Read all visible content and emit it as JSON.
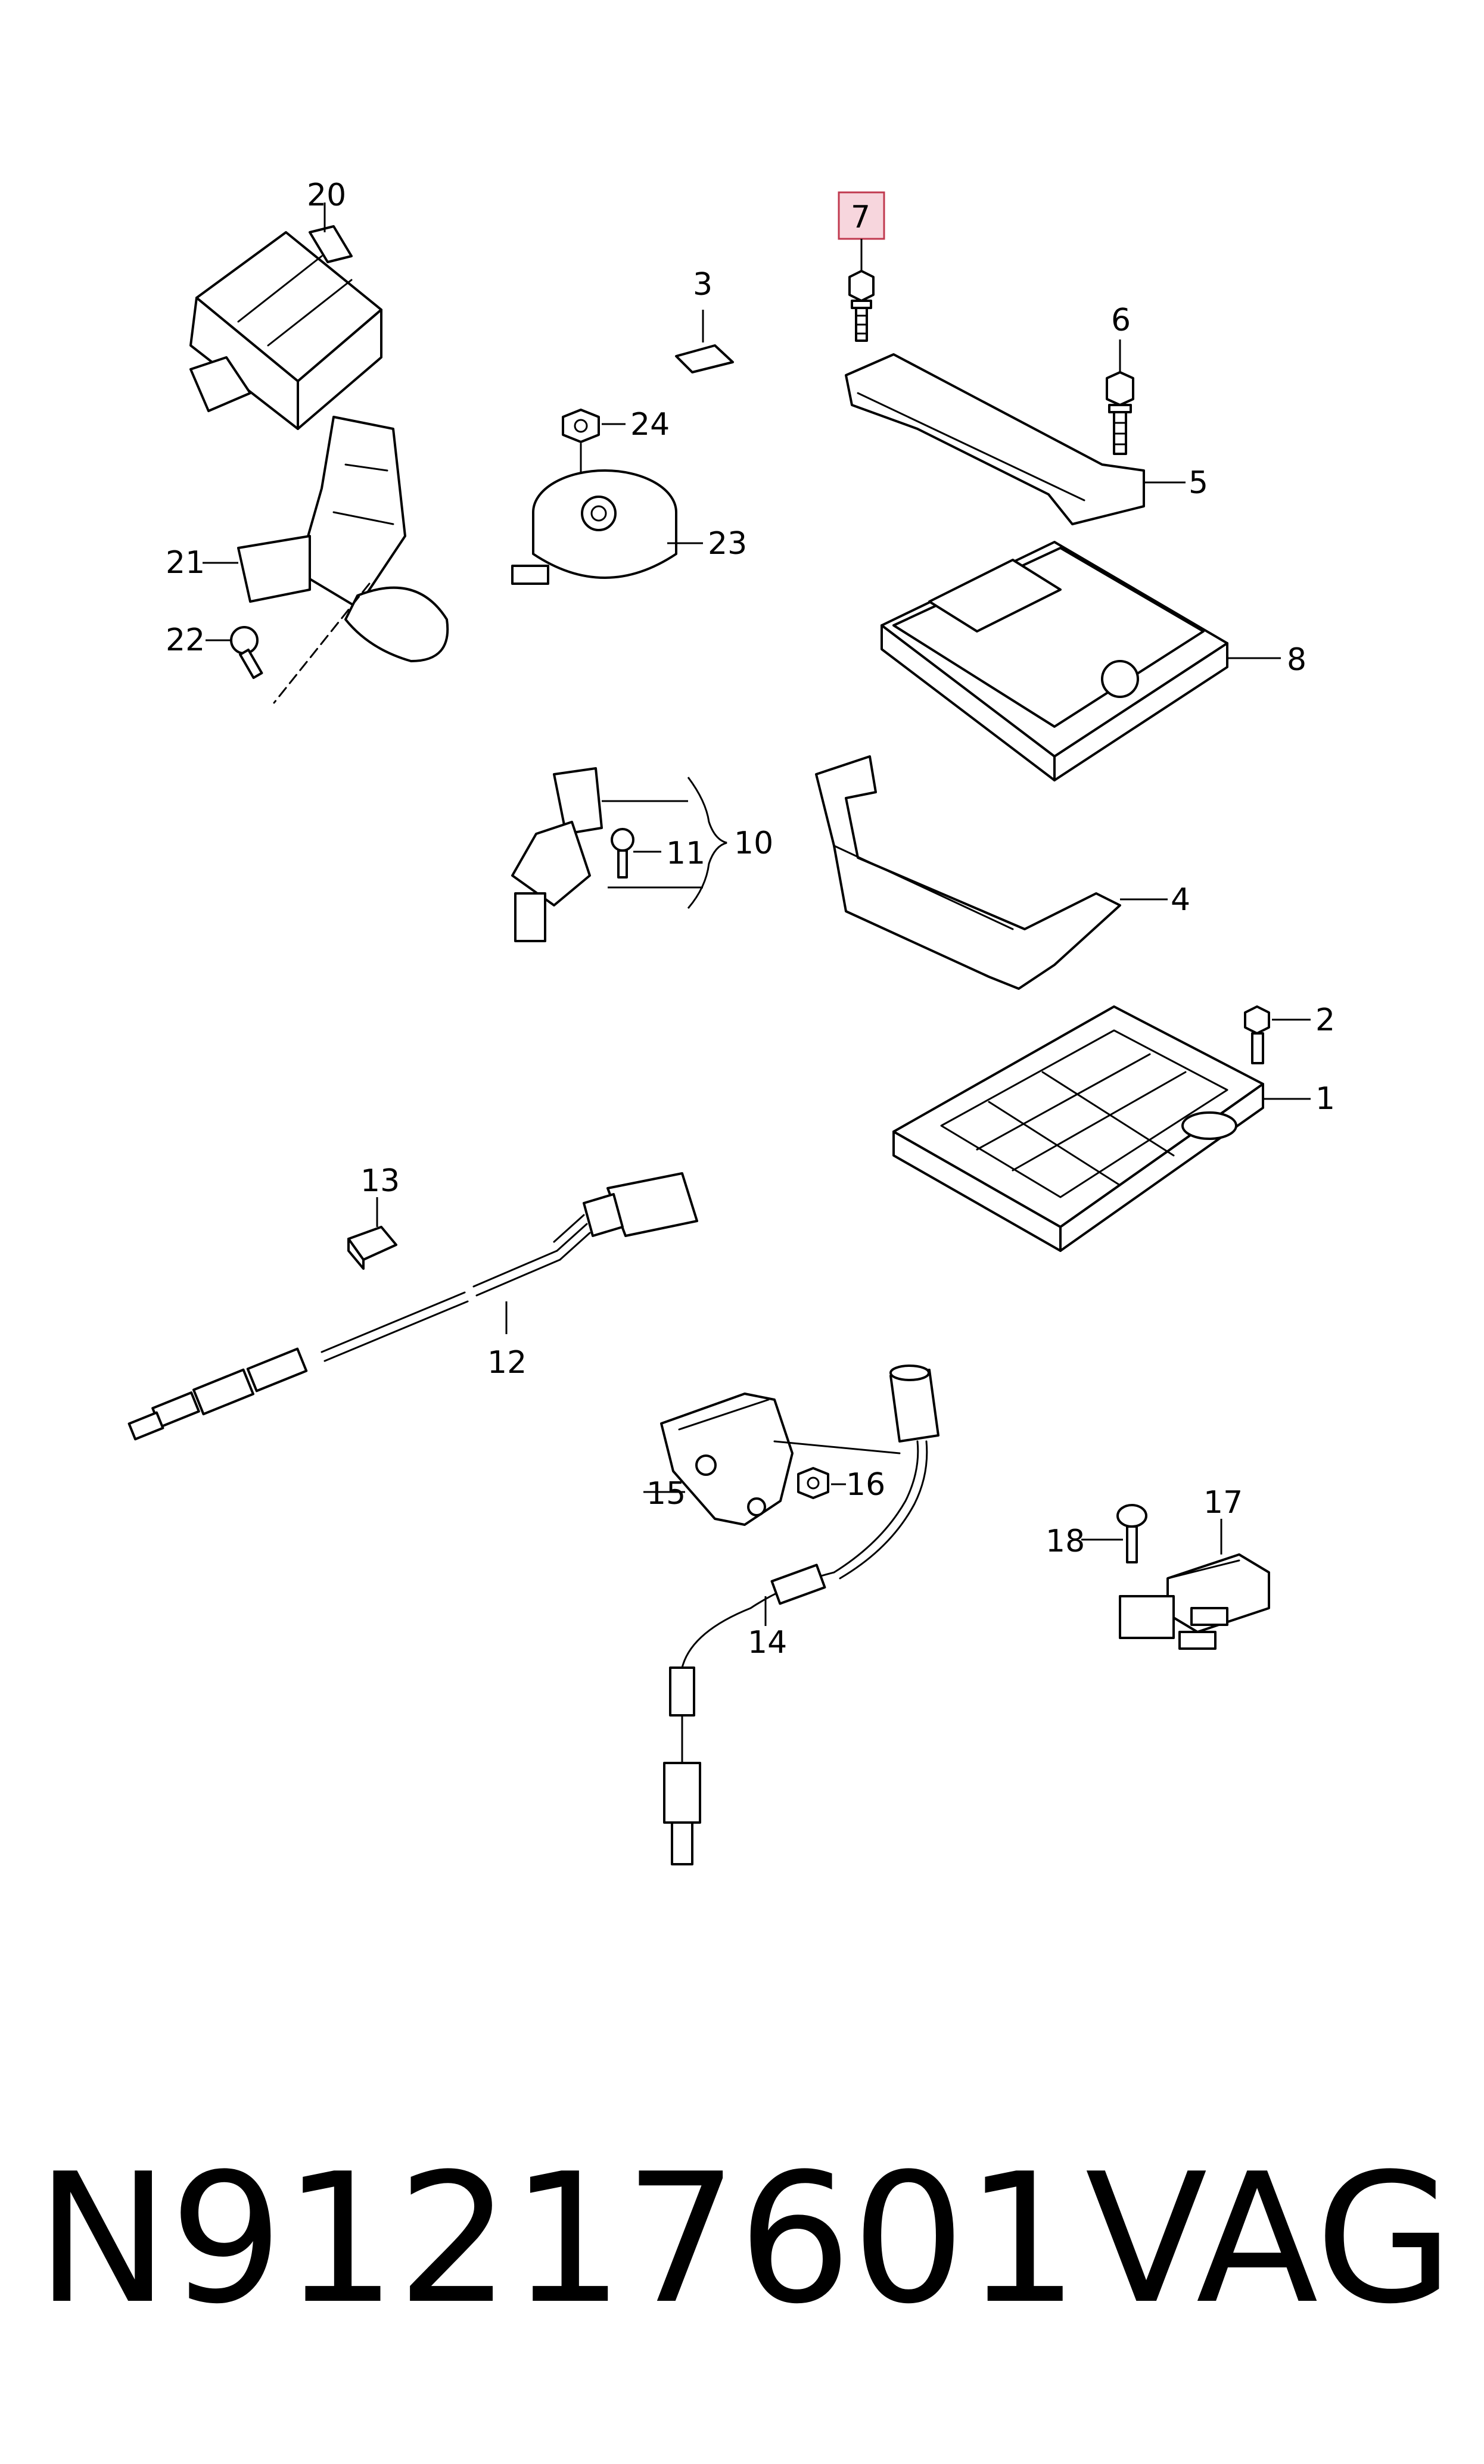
{
  "callouts": {
    "c1": "1",
    "c2": "2",
    "c3": "3",
    "c4": "4",
    "c5": "5",
    "c6": "6",
    "c7": "7",
    "c8": "8",
    "c10": "10",
    "c11": "11",
    "c12": "12",
    "c13": "13",
    "c14": "14",
    "c15": "15",
    "c16": "16",
    "c17": "17",
    "c18": "18",
    "c20": "20",
    "c21": "21",
    "c22": "22",
    "c23": "23",
    "c24": "24"
  },
  "highlighted_callout": "7",
  "highlight_color": "#f7d6dd",
  "footer": {
    "part_number": "N91217601",
    "brand": "VAG"
  }
}
